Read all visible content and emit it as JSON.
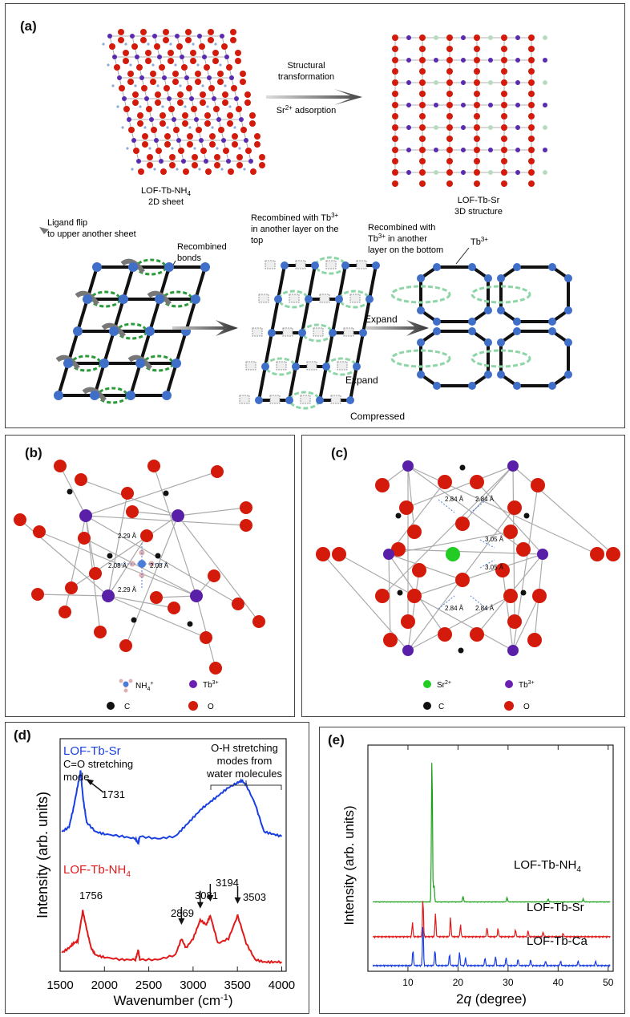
{
  "panel_a": {
    "label": "(a)",
    "sheet_name": "LOF-Tb-NH",
    "sheet_sub": "4",
    "sheet_desc": "2D sheet",
    "arrow_top": "Structural",
    "arrow_mid": "transformation",
    "arrow_bottom": "Sr",
    "arrow_bottom_sup": "2+",
    "arrow_bottom_tail": " adsorption",
    "sr_name": "LOF-Tb-Sr",
    "sr_desc": "3D structure",
    "ligand_flip_1": "Ligand flip",
    "ligand_flip_2": "to upper another sheet",
    "recombined_1": "Recombined",
    "recombined_2": "bonds",
    "top_note_1": "Recombined with Tb",
    "top_note_1_sup": "3+",
    "top_note_2": "in another layer on the",
    "top_note_3": "top",
    "bottom_note_1": "Recombined with",
    "bottom_note_2": "Tb",
    "bottom_note_2_sup": "3+",
    "bottom_note_2_tail": " in another",
    "bottom_note_3": "layer on the bottom",
    "tb_label": "Tb",
    "tb_sup": "3+",
    "expand_1": "Expand",
    "expand_2": "Expand",
    "compressed": "Compressed"
  },
  "panel_b": {
    "label": "(b)",
    "d1": "2.29 Å",
    "d2": "2.08 Å",
    "d3": "2.08 Å",
    "d4": "2.29 Å",
    "legend_nh4": "NH",
    "legend_nh4_sub": "4",
    "legend_nh4_sup": "+",
    "legend_tb": "Tb",
    "legend_tb_sup": "3+",
    "legend_c": "C",
    "legend_o": "O"
  },
  "panel_c": {
    "label": "(c)",
    "d1": "2.84 Å",
    "d2": "2.84 Å",
    "d3": "3.05 Å",
    "d4": "3.05 Å",
    "d5": "2.84 Å",
    "d6": "2.84 Å",
    "legend_sr": "Sr",
    "legend_sr_sup": "2+",
    "legend_tb": "Tb",
    "legend_tb_sup": "3+",
    "legend_c": "C",
    "legend_o": "O"
  },
  "chart_data": [
    {
      "type": "line",
      "panel": "(d)",
      "xlabel": "Wavenumber (cm",
      "xlabel_sup": "-1",
      "xlabel_tail": ")",
      "ylabel": "Intensity (arb. units)",
      "xlim": [
        1500,
        4050
      ],
      "xticks": [
        1500,
        2000,
        2500,
        3000,
        3500,
        4000
      ],
      "series": [
        {
          "name": "LOF-Tb-Sr",
          "color": "#1a3fe0",
          "x": [
            1520,
            1600,
            1650,
            1700,
            1731,
            1760,
            1800,
            1900,
            2000,
            2200,
            2350,
            2380,
            2400,
            2600,
            2800,
            2900,
            3000,
            3100,
            3200,
            3300,
            3400,
            3500,
            3550,
            3600,
            3700,
            3800,
            3900,
            4000
          ],
          "y": [
            0.6,
            0.62,
            0.7,
            0.8,
            0.86,
            0.74,
            0.64,
            0.6,
            0.59,
            0.58,
            0.57,
            0.55,
            0.58,
            0.57,
            0.58,
            0.62,
            0.66,
            0.7,
            0.73,
            0.76,
            0.79,
            0.81,
            0.82,
            0.8,
            0.72,
            0.6,
            0.59,
            0.58
          ]
        },
        {
          "name": "LOF-Tb-NH4",
          "color": "#e01a1a",
          "x": [
            1520,
            1600,
            1650,
            1700,
            1756,
            1800,
            1850,
            1900,
            2000,
            2200,
            2350,
            2380,
            2400,
            2600,
            2800,
            2869,
            2920,
            3000,
            3081,
            3150,
            3194,
            3280,
            3400,
            3503,
            3600,
            3700,
            3800,
            3900,
            4000
          ],
          "y": [
            0.08,
            0.1,
            0.12,
            0.13,
            0.26,
            0.18,
            0.1,
            0.07,
            0.06,
            0.05,
            0.05,
            0.09,
            0.05,
            0.05,
            0.07,
            0.14,
            0.1,
            0.14,
            0.22,
            0.2,
            0.24,
            0.12,
            0.14,
            0.24,
            0.12,
            0.05,
            0.04,
            0.04,
            0.04
          ]
        }
      ],
      "labels": {
        "sr_name": "LOF-Tb-Sr",
        "co_1": "C=O stretching",
        "co_2": "mode",
        "co_value": "1731",
        "oh_1": "O-H stretching",
        "oh_2": "modes from",
        "oh_3": "water molecules",
        "nh4_name": "LOF-Tb-NH",
        "nh4_sub": "4",
        "peaks": [
          "1756",
          "2869",
          "3081",
          "3194",
          "3503"
        ]
      }
    },
    {
      "type": "line",
      "panel": "(e)",
      "xlabel": "2q (degree)",
      "ylabel": "Intensity (arb. units)",
      "xlim": [
        2,
        51
      ],
      "xticks": [
        10,
        20,
        30,
        40,
        50
      ],
      "series": [
        {
          "name": "LOF-Tb-NH4",
          "color": "#1aa01a",
          "peaks": [
            [
              14.8,
              1.0
            ],
            [
              15.2,
              0.12
            ],
            [
              21.0,
              0.04
            ],
            [
              29.8,
              0.03
            ],
            [
              38.0,
              0.02
            ],
            [
              45.0,
              0.02
            ]
          ]
        },
        {
          "name": "LOF-Tb-Sr",
          "color": "#e01a1a",
          "peaks": [
            [
              10.9,
              0.12
            ],
            [
              13.0,
              0.32
            ],
            [
              15.5,
              0.2
            ],
            [
              18.5,
              0.16
            ],
            [
              20.5,
              0.1
            ],
            [
              25.8,
              0.08
            ],
            [
              28.0,
              0.07
            ],
            [
              31.5,
              0.06
            ],
            [
              34.0,
              0.05
            ],
            [
              37.0,
              0.04
            ],
            [
              41.0,
              0.03
            ]
          ]
        },
        {
          "name": "LOF-Tb-Ca",
          "color": "#1a3fe0",
          "peaks": [
            [
              11.0,
              0.14
            ],
            [
              13.0,
              0.36
            ],
            [
              15.4,
              0.14
            ],
            [
              18.3,
              0.1
            ],
            [
              20.3,
              0.12
            ],
            [
              21.5,
              0.07
            ],
            [
              25.4,
              0.07
            ],
            [
              27.5,
              0.08
            ],
            [
              29.6,
              0.07
            ],
            [
              32.0,
              0.06
            ],
            [
              34.5,
              0.05
            ],
            [
              37.5,
              0.04
            ],
            [
              40.5,
              0.04
            ],
            [
              44.0,
              0.04
            ],
            [
              47.5,
              0.04
            ]
          ]
        }
      ],
      "labels": {
        "nh4_name": "LOF-Tb-NH",
        "nh4_sub": "4",
        "sr_name": "LOF-Tb-Sr",
        "ca_name": "LOF-Tb-Ca",
        "x_label_main": "2",
        "x_label_q": "q",
        "x_label_tail": " (degree)"
      }
    }
  ]
}
